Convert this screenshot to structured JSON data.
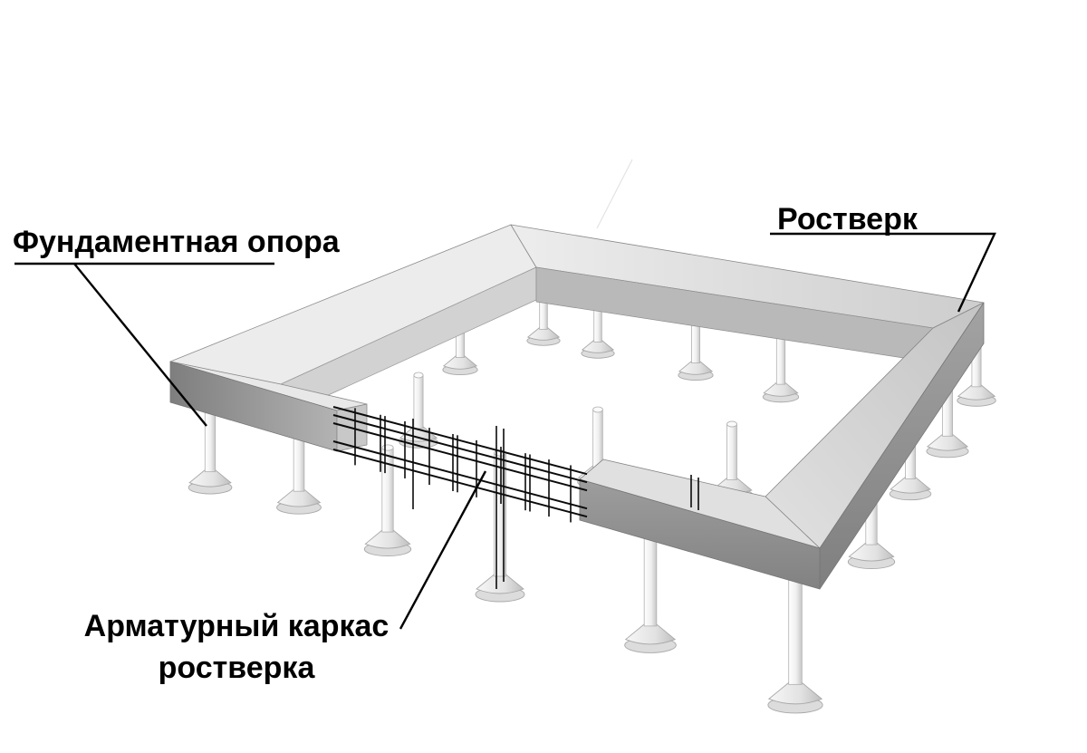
{
  "diagram": {
    "labels": {
      "pile": "Фундаментная опора",
      "grillage": "Ростверк",
      "rebar_line1": "Арматурный каркас",
      "rebar_line2": "ростверка"
    },
    "colors": {
      "background": "#ffffff",
      "ink": "#000000",
      "beam_top": "#e8e8e8",
      "beam_side": "#8f8f8f",
      "pile_fill": "#f3f3f3"
    }
  }
}
